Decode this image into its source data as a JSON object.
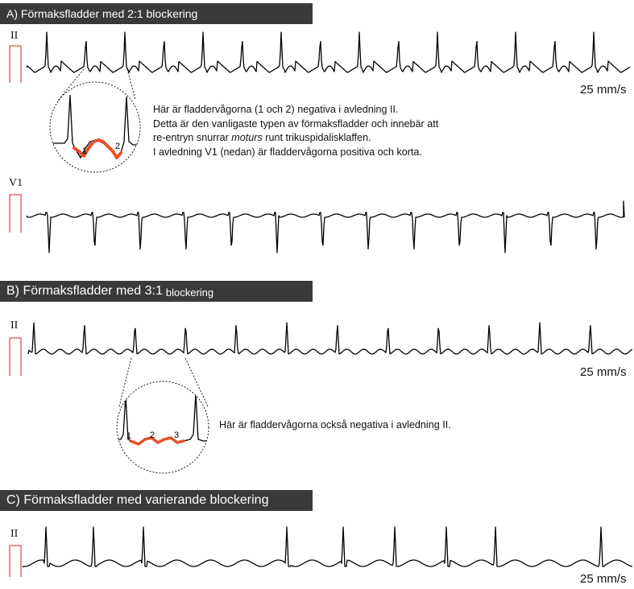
{
  "sections": {
    "a": {
      "title": "A) Förmaksfladder med 2:1 blockering",
      "title_small": "",
      "lead_top": "II",
      "lead_bottom": "V1",
      "speed": "25 mm/s"
    },
    "b": {
      "title": "B) Förmaksfladder med 3:1",
      "title_small": "blockering",
      "lead": "II",
      "speed": "25 mm/s"
    },
    "c": {
      "title": "C) Förmaksfladder med varierande blockering",
      "title_small": "",
      "lead": "II",
      "speed": "25 mm/s"
    }
  },
  "notes": {
    "a": {
      "line1": "Här är fladdervågorna (1 och 2) negativa i avledning II.",
      "line2": "Detta är den vanligaste typen av förmaksfladder och innebär att",
      "line3_pre": "re-entryn snurrar ",
      "line3_em": "moturs",
      "line3_post": " runt trikuspidalisklaffen.",
      "line4": "I avledning V1 (nedan) är fladdervågorna positiva och korta."
    },
    "b": {
      "line1": "Här är fladdervågorna också negativa i avledning II."
    }
  },
  "zoom_labels": {
    "a": [
      "1",
      "2"
    ],
    "b": [
      "1",
      "2",
      "3"
    ]
  },
  "colors": {
    "banner": "#3a3a3a",
    "calibration": "#d9534f",
    "highlight": "#e8502a",
    "trace": "#000000"
  }
}
